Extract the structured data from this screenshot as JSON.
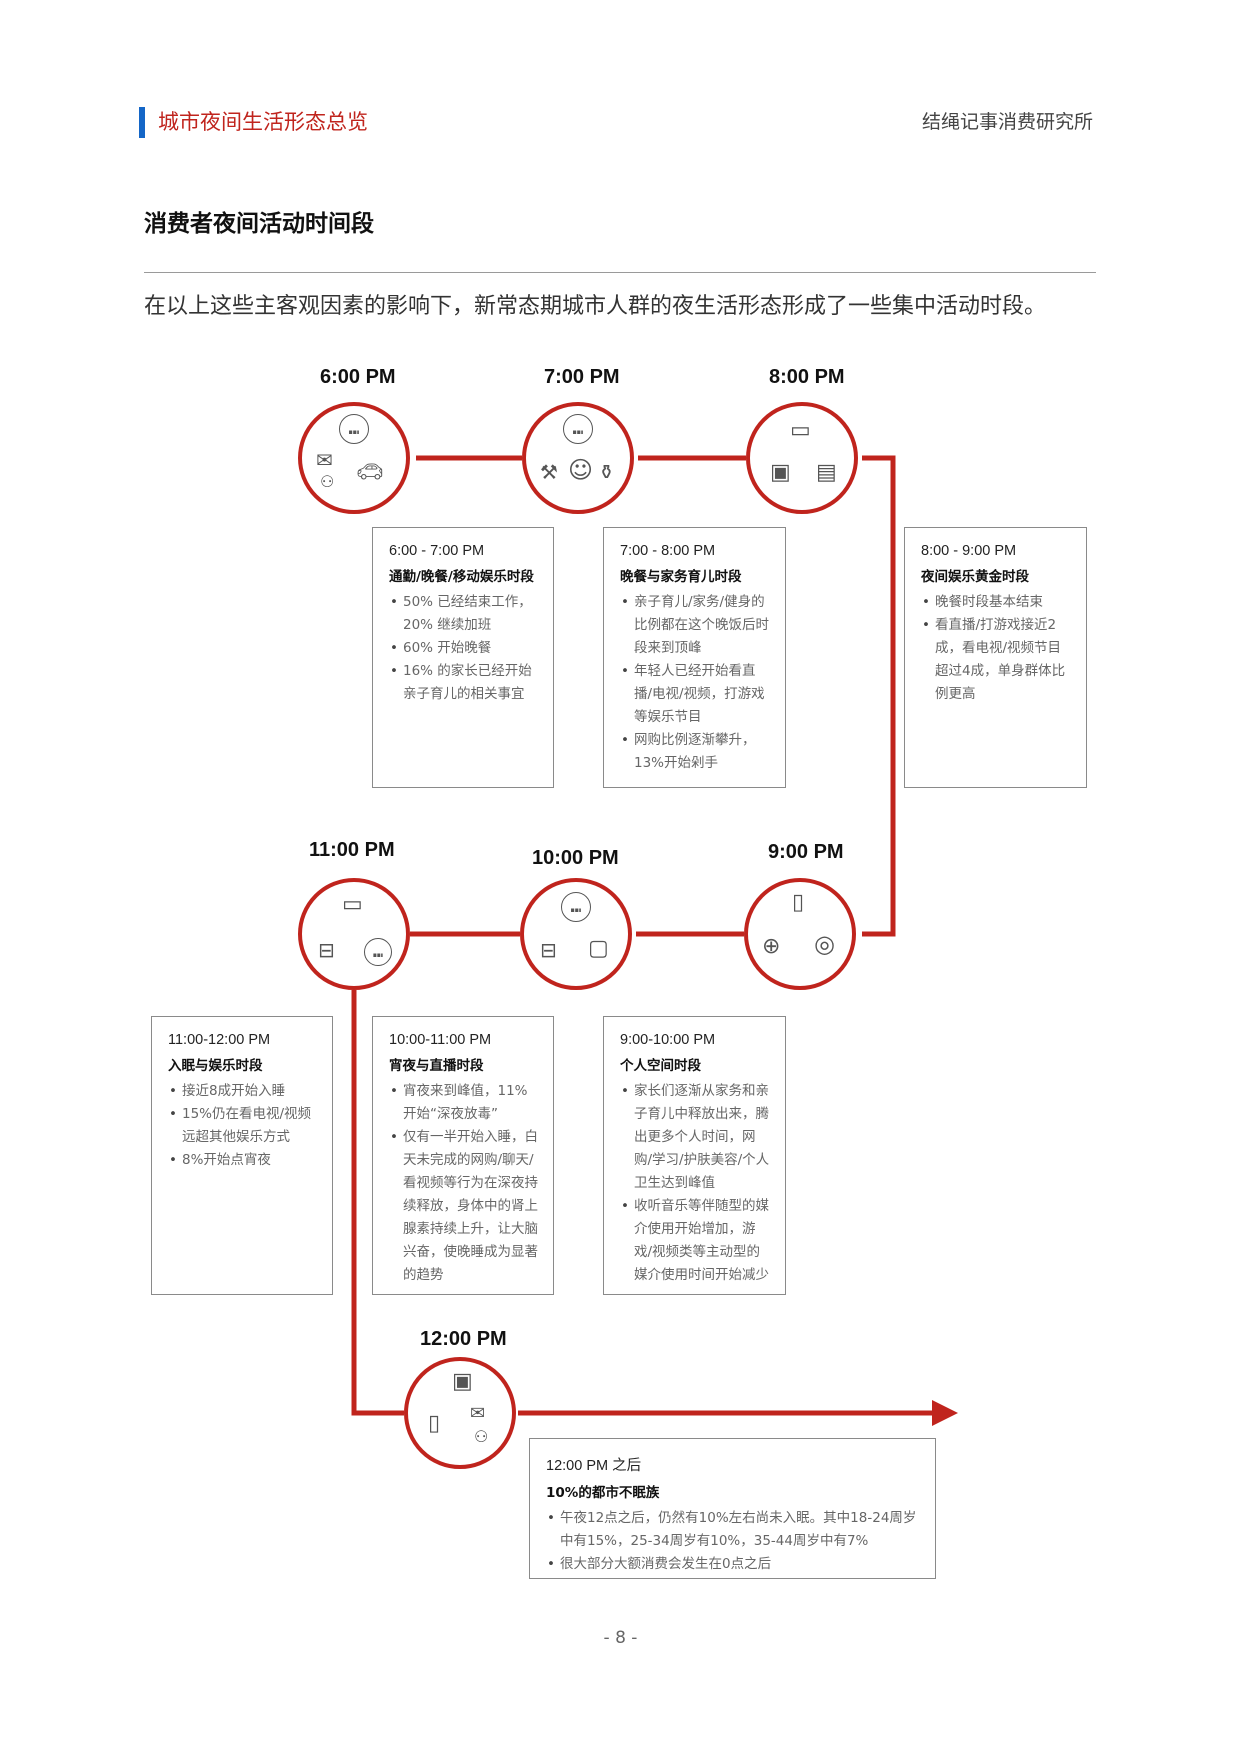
{
  "header": {
    "section": "城市夜间生活形态总览",
    "org": "结绳记事消费研究所"
  },
  "page_title": "消费者夜间活动时间段",
  "intro": "在以上这些主客观因素的影响下，新常态期城市人群的夜生活形态形成了一些集中活动时段。",
  "timeline": {
    "accent_color": "#c0241d",
    "nodes": [
      {
        "time": "6:00 PM",
        "icons": [
          "dining-icon",
          "shopping-icon",
          "family-icon",
          "car-icon"
        ]
      },
      {
        "time": "7:00 PM",
        "icons": [
          "dining-icon",
          "fitness-icon",
          "child-icon",
          "vacuum-icon"
        ]
      },
      {
        "time": "8:00 PM",
        "icons": [
          "video-icon",
          "game-icon",
          "book-icon"
        ]
      },
      {
        "time": "9:00 PM",
        "icons": [
          "mobile-shopping-icon",
          "gamepad-icon",
          "beauty-icon"
        ]
      },
      {
        "time": "10:00 PM",
        "icons": [
          "dining-icon",
          "bed-icon",
          "chat-icon"
        ]
      },
      {
        "time": "11:00 PM",
        "icons": [
          "video-icon",
          "bed-icon",
          "dining-icon"
        ]
      },
      {
        "time": "12:00 PM",
        "icons": [
          "game-icon",
          "mobile-shopping-icon",
          "shopping-icon",
          "family-icon"
        ]
      }
    ],
    "boxes": [
      {
        "range": "6:00 - 7:00 PM",
        "subtitle": "通勤/晚餐/移动娱乐时段",
        "bullets": [
          "50% 已经结束工作，20% 继续加班",
          "60% 开始晚餐",
          "16% 的家长已经开始亲子育儿的相关事宜"
        ]
      },
      {
        "range": "7:00 - 8:00 PM",
        "subtitle": "晚餐与家务育儿时段",
        "bullets": [
          "亲子育儿/家务/健身的比例都在这个晚饭后时段来到顶峰",
          "年轻人已经开始看直播/电视/视频，打游戏等娱乐节目",
          "网购比例逐渐攀升，13%开始剁手"
        ]
      },
      {
        "range": "8:00 - 9:00 PM",
        "subtitle": "夜间娱乐黄金时段",
        "bullets": [
          "晚餐时段基本结束",
          "看直播/打游戏接近2成，看电视/视频节目超过4成，单身群体比例更高"
        ]
      },
      {
        "range": "11:00-12:00 PM",
        "subtitle": "入眠与娱乐时段",
        "bullets": [
          "接近8成开始入睡",
          "15%仍在看电视/视频远超其他娱乐方式",
          "8%开始点宵夜"
        ]
      },
      {
        "range": "10:00-11:00 PM",
        "subtitle": "宵夜与直播时段",
        "bullets": [
          "宵夜来到峰值，11%开始“深夜放毒”",
          "仅有一半开始入睡，白天未完成的网购/聊天/看视频等行为在深夜持续释放，身体中的肾上腺素持续上升，让大脑兴奋，使晚睡成为显著的趋势"
        ]
      },
      {
        "range": "9:00-10:00 PM",
        "subtitle": "个人空间时段",
        "bullets": [
          "家长们逐渐从家务和亲子育儿中释放出来，腾出更多个人时间，网购/学习/护肤美容/个人卫生达到峰值",
          "收听音乐等伴随型的媒介使用开始增加，游戏/视频类等主动型的媒介使用时间开始减少"
        ]
      },
      {
        "range": "12:00 PM 之后",
        "subtitle": "10%的都市不眠族",
        "bullets": [
          "午夜12点之后，仍然有10%左右尚未入眠。其中18-24周岁中有15%，25-34周岁有10%，35-44周岁中有7%",
          "很大部分大额消费会发生在0点之后"
        ]
      }
    ]
  },
  "page_number": "- 8 -"
}
